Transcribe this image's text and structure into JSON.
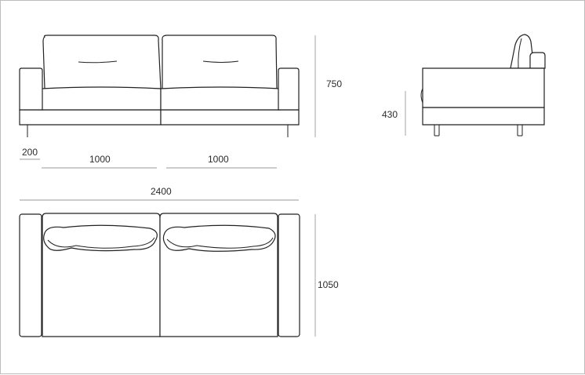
{
  "dimensions": {
    "arm_width": "200",
    "seat_left": "1000",
    "seat_right": "1000",
    "total_width": "2400",
    "total_height": "750",
    "seat_height": "430",
    "depth": "1050"
  },
  "colors": {
    "line": "#222222",
    "dimension_line": "#9a9a9a",
    "border": "#bdbdbd"
  }
}
